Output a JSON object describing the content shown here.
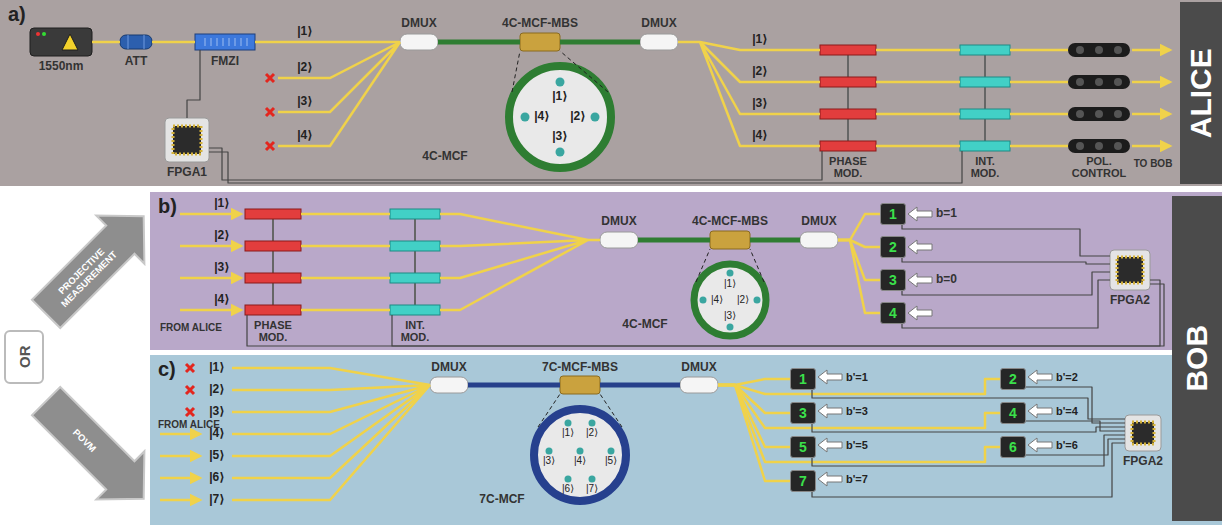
{
  "diagram": {
    "nodes": [
      {
        "text": [
          "a)"
        ]
      },
      {
        "text": [
          "ALICE"
        ],
        "in": 0
      },
      {
        "text": [
          "1550nm"
        ],
        "in": 0
      },
      {
        "text": [
          "ATT"
        ],
        "in": 0
      },
      {
        "text": [
          "FMZI"
        ],
        "in": 0
      },
      {
        "text": [
          "FPGA1"
        ],
        "in": 0
      },
      {
        "text": [
          "DMUX"
        ],
        "in": 0
      },
      {
        "text": [
          "4C-MCF-MBS"
        ],
        "in": 0
      },
      {
        "text": [
          "DMUX"
        ],
        "in": 0
      },
      {
        "text": [
          "|1⟩",
          "|2⟩",
          "|3⟩",
          "|4⟩",
          "4C-MCF"
        ],
        "in": 0
      },
      {
        "text": [
          "PHASE MOD."
        ],
        "in": 0
      },
      {
        "text": [
          "INT. MOD."
        ],
        "in": 0
      },
      {
        "text": [
          "POL. CONTROL"
        ],
        "in": 0
      },
      {
        "text": [
          "b)"
        ]
      },
      {
        "text": [
          "PHASE MOD."
        ],
        "in": 13
      },
      {
        "text": [
          "INT. MOD."
        ],
        "in": 13
      },
      {
        "text": [
          "DMUX"
        ],
        "in": 13
      },
      {
        "text": [
          "4C-MCF-MBS"
        ],
        "in": 13
      },
      {
        "text": [
          "DMUX"
        ],
        "in": 13
      },
      {
        "text": [
          "|1⟩",
          "|2⟩",
          "|3⟩",
          "|4⟩",
          "4C-MCF"
        ],
        "in": 13
      },
      {
        "text": [
          "1"
        ],
        "in": 13
      },
      {
        "text": [
          "2"
        ],
        "in": 13
      },
      {
        "text": [
          "3"
        ],
        "in": 13
      },
      {
        "text": [
          "4"
        ],
        "in": 13
      },
      {
        "text": [
          "FPGA2"
        ],
        "in": 13
      },
      {
        "text": [
          "c)"
        ]
      },
      {
        "text": [
          "DMUX"
        ],
        "in": 25
      },
      {
        "text": [
          "7C-MCF-MBS"
        ],
        "in": 25
      },
      {
        "text": [
          "DMUX"
        ],
        "in": 25
      },
      {
        "text": [
          "|1⟩",
          "|2⟩",
          "|3⟩",
          "|4⟩",
          "|5⟩",
          "|6⟩",
          "|7⟩",
          "7C-MCF"
        ],
        "in": 25
      },
      {
        "text": [
          "1"
        ],
        "in": 25
      },
      {
        "text": [
          "2"
        ],
        "in": 25
      },
      {
        "text": [
          "3"
        ],
        "in": 25
      },
      {
        "text": [
          "4"
        ],
        "in": 25
      },
      {
        "text": [
          "5"
        ],
        "in": 25
      },
      {
        "text": [
          "6"
        ],
        "in": 25
      },
      {
        "text": [
          "7"
        ],
        "in": 25
      },
      {
        "text": [
          "FPGA2"
        ],
        "in": 25
      },
      {
        "text": [
          "BOB"
        ]
      },
      {
        "text": [
          "PROJECTIVE MEASUREMENT"
        ]
      },
      {
        "text": [
          "POVM"
        ]
      },
      {
        "text": [
          "OR"
        ]
      }
    ],
    "edges": [
      {
        "from": 2,
        "to": 3,
        "arrow": "none"
      },
      {
        "from": 3,
        "to": 4,
        "arrow": "none"
      },
      {
        "from": 4,
        "to": 6,
        "arrow": "none"
      },
      {
        "from": 6,
        "to": 7,
        "arrow": "none"
      },
      {
        "from": 7,
        "to": 8,
        "arrow": "none"
      },
      {
        "from": 8,
        "to": 10,
        "arrow": "none"
      },
      {
        "from": 10,
        "to": 11,
        "arrow": "none"
      },
      {
        "from": 11,
        "to": 12,
        "arrow": "none"
      },
      {
        "from": 5,
        "to": 4,
        "arrow": "none"
      },
      {
        "from": 5,
        "to": 10,
        "arrow": "none"
      },
      {
        "from": 5,
        "to": 11,
        "arrow": "none"
      },
      {
        "from": 9,
        "to": 7,
        "arrow": "none"
      },
      {
        "from": 14,
        "to": 15,
        "arrow": "none"
      },
      {
        "from": 15,
        "to": 16,
        "arrow": "none"
      },
      {
        "from": 16,
        "to": 17,
        "arrow": "none"
      },
      {
        "from": 17,
        "to": 18,
        "arrow": "none"
      },
      {
        "from": 18,
        "to": 20,
        "arrow": "none"
      },
      {
        "from": 18,
        "to": 21,
        "arrow": "none"
      },
      {
        "from": 18,
        "to": 22,
        "arrow": "none"
      },
      {
        "from": 18,
        "to": 23,
        "arrow": "none"
      },
      {
        "from": 20,
        "to": 24,
        "arrow": "none"
      },
      {
        "from": 21,
        "to": 24,
        "arrow": "none"
      },
      {
        "from": 22,
        "to": 24,
        "arrow": "none"
      },
      {
        "from": 23,
        "to": 24,
        "arrow": "none"
      },
      {
        "from": 24,
        "to": 14,
        "arrow": "none"
      },
      {
        "from": 24,
        "to": 15,
        "arrow": "none"
      },
      {
        "from": 19,
        "to": 17,
        "arrow": "none"
      },
      {
        "from": 26,
        "to": 27,
        "arrow": "none"
      },
      {
        "from": 27,
        "to": 28,
        "arrow": "none"
      },
      {
        "from": 28,
        "to": 30,
        "arrow": "none"
      },
      {
        "from": 28,
        "to": 31,
        "arrow": "none"
      },
      {
        "from": 28,
        "to": 32,
        "arrow": "none"
      },
      {
        "from": 28,
        "to": 33,
        "arrow": "none"
      },
      {
        "from": 28,
        "to": 34,
        "arrow": "none"
      },
      {
        "from": 28,
        "to": 35,
        "arrow": "none"
      },
      {
        "from": 28,
        "to": 36,
        "arrow": "none"
      },
      {
        "from": 30,
        "to": 37,
        "arrow": "none"
      },
      {
        "from": 31,
        "to": 37,
        "arrow": "none"
      },
      {
        "from": 32,
        "to": 37,
        "arrow": "none"
      },
      {
        "from": 33,
        "to": 37,
        "arrow": "none"
      },
      {
        "from": 34,
        "to": 37,
        "arrow": "none"
      },
      {
        "from": 35,
        "to": 37,
        "arrow": "none"
      },
      {
        "from": 36,
        "to": 37,
        "arrow": "none"
      },
      {
        "from": 29,
        "to": 27,
        "arrow": "none"
      }
    ],
    "labels": [
      "|1⟩",
      "|2⟩",
      "|3⟩",
      "|4⟩",
      "|1⟩",
      "|2⟩",
      "|3⟩",
      "|4⟩",
      "TO BOB",
      "FROM ALICE",
      "|1⟩",
      "|2⟩",
      "|3⟩",
      "|4⟩",
      "b=1",
      "b=0",
      "FROM ALICE",
      "|1⟩",
      "|2⟩",
      "|3⟩",
      "|4⟩",
      "|5⟩",
      "|6⟩",
      "|7⟩",
      "b'=1",
      "b'=2",
      "b'=3",
      "b'=4",
      "b'=5",
      "b'=6",
      "b'=7"
    ]
  }
}
